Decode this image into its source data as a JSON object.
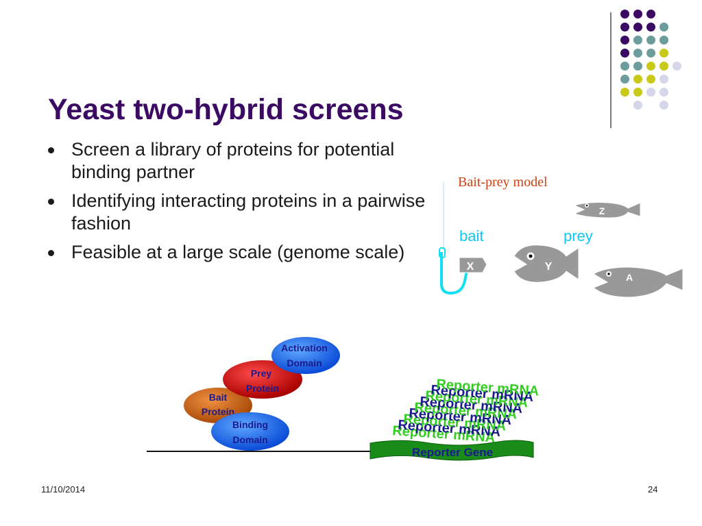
{
  "slide": {
    "title": "Yeast two-hybrid screens",
    "bullets": [
      "Screen a library of proteins for potential binding partner",
      "Identifying interacting proteins in a pairwise fashion",
      "Feasible at a large scale (genome scale)"
    ],
    "footer_date": "11/10/2014",
    "footer_page": "24"
  },
  "bait_prey_figure": {
    "caption": "Bait-prey model",
    "bait_label": "bait",
    "prey_label": "prey",
    "fish_labels": [
      "X",
      "Y",
      "Z",
      "A"
    ]
  },
  "y2h_diagram": {
    "activation_domain": [
      "Activation",
      "Domain"
    ],
    "prey_protein": [
      "Prey",
      "Protein"
    ],
    "bait_protein": [
      "Bait",
      "Protein"
    ],
    "binding_domain": [
      "Binding",
      "Domain"
    ],
    "reporter_gene": "Reporter Gene",
    "reporter_mrna": "Reporter mRNA"
  },
  "colors": {
    "title": "#3b0a63",
    "dot_purple": "#3b0a63",
    "dot_teal": "#6d9c9c",
    "dot_yellow": "#c9c91a",
    "dot_lavender": "#d6d6ea",
    "caption": "#d04010",
    "bait_prey_text": "#10c8f0",
    "activation": "#1a64ff",
    "prey_protein": "#cc0000",
    "bait_protein": "#d8630a",
    "reporter_gene": "#1a8c1a",
    "mrna_navy": "#1a1a8c",
    "mrna_green": "#33cc22"
  }
}
